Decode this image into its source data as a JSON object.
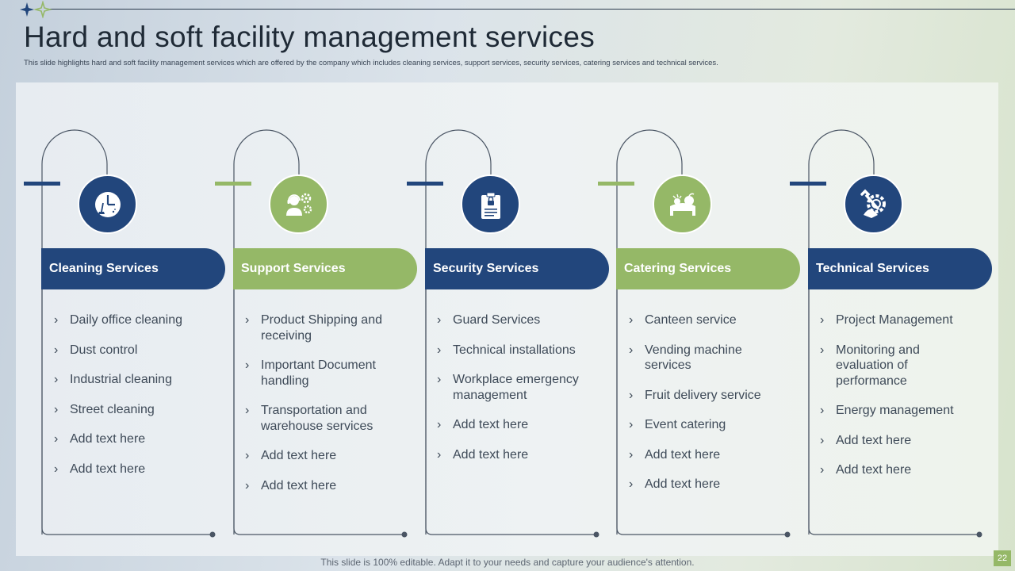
{
  "header": {
    "title": "Hard and soft facility management services",
    "subtitle": "This slide highlights hard and soft facility management services which are offered by the company which includes cleaning services, support services, security services, catering services and technical services."
  },
  "colors": {
    "navy": "#22467c",
    "green": "#95b867",
    "text": "#3e4a58"
  },
  "columns": [
    {
      "title": "Cleaning Services",
      "theme": "navy",
      "icon": "cleaning-clock-icon",
      "items": [
        "Daily office cleaning",
        "Dust control",
        "Industrial cleaning",
        "Street cleaning",
        "Add text here",
        "Add text here"
      ]
    },
    {
      "title": "Support Services",
      "theme": "green",
      "icon": "support-agent-gears-icon",
      "items": [
        "Product Shipping and receiving",
        "Important Document handling",
        "Transportation and warehouse services",
        "Add text here",
        "Add text here"
      ]
    },
    {
      "title": "Security Services",
      "theme": "navy",
      "icon": "security-document-lock-icon",
      "items": [
        "Guard Services",
        "Technical installations",
        "Workplace emergency management",
        "Add text here",
        "Add text here"
      ]
    },
    {
      "title": "Catering Services",
      "theme": "green",
      "icon": "catering-food-icon",
      "items": [
        "Canteen service",
        "Vending machine services",
        "Fruit delivery service",
        "Event catering",
        "Add text here",
        "Add text here"
      ]
    },
    {
      "title": "Technical Services",
      "theme": "navy",
      "icon": "technical-wrench-gear-icon",
      "items": [
        "Project Management",
        "Monitoring and evaluation of performance",
        "Energy management",
        "Add text here",
        "Add text here"
      ]
    }
  ],
  "footer": {
    "note": "This slide is 100% editable. Adapt it to your needs and capture your audience's attention.",
    "page": "22"
  }
}
